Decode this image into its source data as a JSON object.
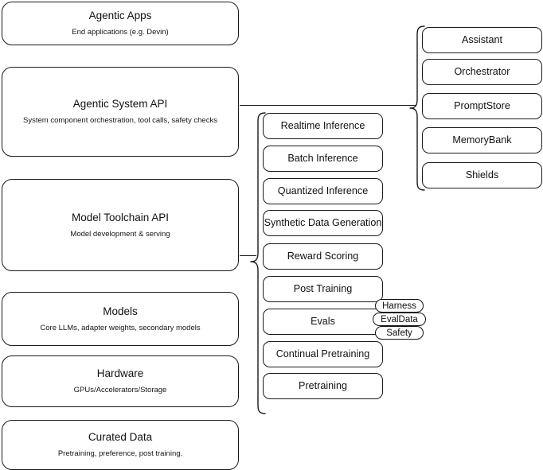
{
  "diagram": {
    "type": "layered-stack-architecture",
    "background": "#ffffff",
    "line_color": "#1a1a1a",
    "text_color": "#111111"
  },
  "stack": {
    "layers": [
      {
        "title": "Agentic Apps",
        "subtitle": "End applications (e.g. Devin)"
      },
      {
        "title": "Agentic System API",
        "subtitle": "System component orchestration, tool calls, safety checks"
      },
      {
        "title": "Model Toolchain API",
        "subtitle": "Model development & serving"
      },
      {
        "title": "Models",
        "subtitle": "Core LLMs, adapter weights, secondary models"
      },
      {
        "title": "Hardware",
        "subtitle": "GPUs/Accelerators/Storage"
      },
      {
        "title": "Curated Data",
        "subtitle": "Pretraining, preference, post training."
      }
    ]
  },
  "toolchain_components": {
    "items": [
      {
        "label": "Realtime Inference"
      },
      {
        "label": "Batch Inference"
      },
      {
        "label": "Quantized Inference"
      },
      {
        "label": "Synthetic Data Generation"
      },
      {
        "label": "Reward Scoring"
      },
      {
        "label": "Post Training"
      },
      {
        "label": "Evals"
      },
      {
        "label": "Continual Pretraining"
      },
      {
        "label": "Pretraining"
      }
    ]
  },
  "evals_annotations": {
    "items": [
      {
        "label": "Harness"
      },
      {
        "label": "EvalData"
      },
      {
        "label": "Safety"
      }
    ]
  },
  "agentic_system_components": {
    "items": [
      {
        "label": "Assistant"
      },
      {
        "label": "Orchestrator"
      },
      {
        "label": "PromptStore"
      },
      {
        "label": "MemoryBank"
      },
      {
        "label": "Shields"
      }
    ]
  }
}
